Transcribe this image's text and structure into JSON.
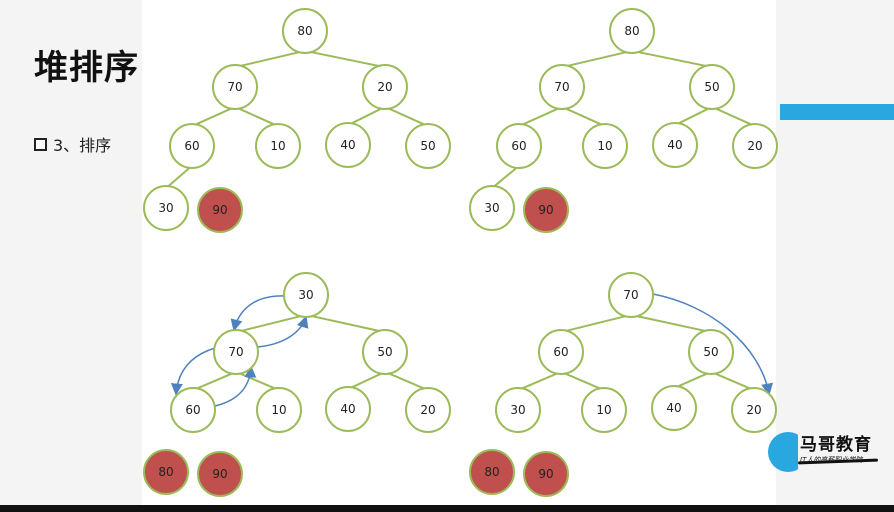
{
  "title": "堆排序",
  "bullet": "3、排序",
  "brand": {
    "name": "马哥教育",
    "tagline": "IT人的高薪职业学院"
  },
  "colors": {
    "edge": "#9bbb59",
    "sorted_fill": "#c0504d",
    "arrow": "#4f81bd",
    "accent": "#29a8df"
  },
  "trees": [
    {
      "name": "tree-1",
      "nodes": [
        "80",
        "70",
        "20",
        "60",
        "10",
        "40",
        "50",
        "30"
      ],
      "sorted": [
        "90"
      ]
    },
    {
      "name": "tree-2",
      "nodes": [
        "80",
        "70",
        "50",
        "60",
        "10",
        "40",
        "20",
        "30"
      ],
      "sorted": [
        "90"
      ]
    },
    {
      "name": "tree-3",
      "nodes": [
        "30",
        "70",
        "50",
        "60",
        "10",
        "40",
        "20"
      ],
      "sorted": [
        "80",
        "90"
      ]
    },
    {
      "name": "tree-4",
      "nodes": [
        "70",
        "60",
        "50",
        "30",
        "10",
        "40",
        "20"
      ],
      "sorted": [
        "80",
        "90"
      ]
    }
  ]
}
